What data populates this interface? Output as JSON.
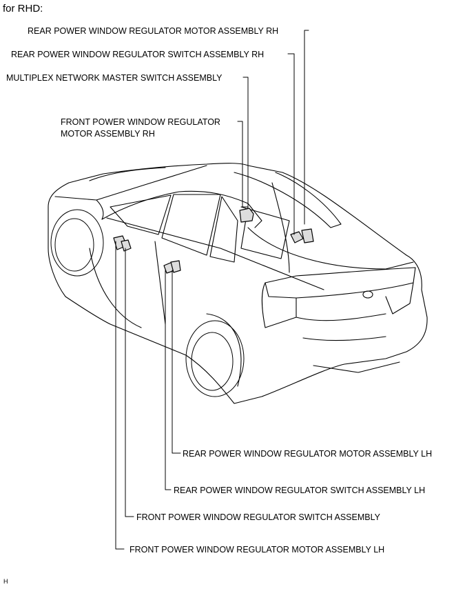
{
  "heading": "for RHD:",
  "labels": {
    "rear_motor_rh": "REAR POWER WINDOW REGULATOR MOTOR ASSEMBLY RH",
    "rear_switch_rh": "REAR POWER WINDOW REGULATOR SWITCH ASSEMBLY RH",
    "master_switch": "MULTIPLEX NETWORK MASTER SWITCH ASSEMBLY",
    "front_motor_rh_line1": "FRONT POWER WINDOW REGULATOR",
    "front_motor_rh_line2": "MOTOR ASSEMBLY RH",
    "rear_motor_lh": "REAR POWER WINDOW REGULATOR MOTOR ASSEMBLY LH",
    "rear_switch_lh": "REAR POWER WINDOW REGULATOR SWITCH ASSEMBLY LH",
    "front_switch": "FRONT POWER WINDOW REGULATOR SWITCH ASSEMBLY",
    "front_motor_lh": "FRONT POWER WINDOW REGULATOR MOTOR ASSEMBLY LH"
  },
  "figure_id": "H"
}
